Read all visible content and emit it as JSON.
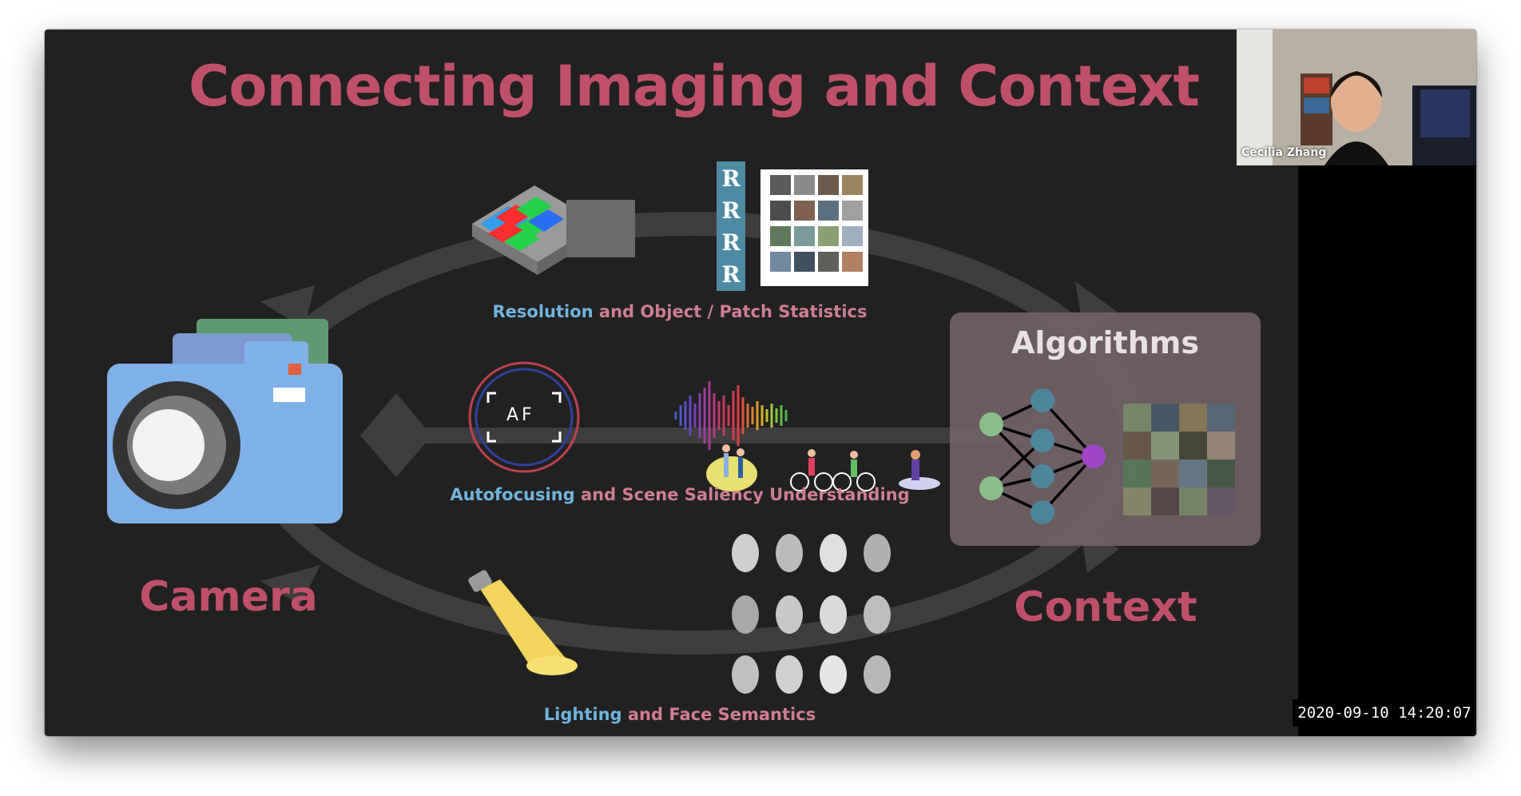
{
  "slide": {
    "title": "Connecting Imaging and Context",
    "captions": {
      "resolution": {
        "highlight": "Resolution",
        "rest": " and Object / Patch Statistics"
      },
      "autofocus": {
        "highlight": "Autofocusing",
        "rest": " and Scene Saliency Understanding"
      },
      "lighting": {
        "highlight": "Lighting",
        "rest": " and Face Semantics"
      }
    },
    "camera_label": "Camera",
    "context_label": "Context",
    "algorithms_label": "Algorithms",
    "af_label": "AF"
  },
  "webcam": {
    "participant_name": "Cecilia Zhang"
  },
  "timestamp": "2020-09-10  14:20:07",
  "colors": {
    "title": "#c05069",
    "highlight": "#6fb4e0",
    "caption": "#d07d92",
    "background": "#212121",
    "algorithms_box": "#6f6064"
  }
}
